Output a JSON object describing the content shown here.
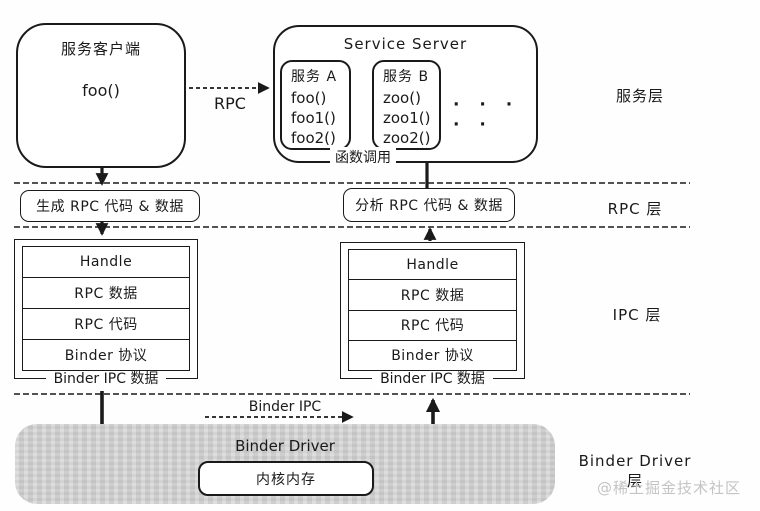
{
  "diagram": {
    "client": {
      "title": "服务客户端",
      "method": "foo()"
    },
    "server": {
      "title": "Service Server",
      "service_a": {
        "title": "服务 A",
        "methods": [
          "foo()",
          "foo1()",
          "foo2()"
        ]
      },
      "service_b": {
        "title": "服务 B",
        "methods": [
          "zoo()",
          "zoo1()",
          "zoo2()"
        ]
      },
      "dots": "· · · · ·"
    },
    "arrows": {
      "rpc_label": "RPC",
      "function_call_label": "函数调用",
      "binder_ipc_label": "Binder IPC"
    },
    "rpc_layer": {
      "generate_box": "生成 RPC 代码 & 数据",
      "parse_box": "分析 RPC 代码 & 数据"
    },
    "ipc_stack": {
      "rows": [
        "Handle",
        "RPC 数据",
        "RPC 代码",
        "Binder 协议"
      ],
      "caption": "Binder IPC 数据"
    },
    "driver": {
      "title": "Binder Driver",
      "kernel_memory": "内核内存"
    },
    "layer_labels": {
      "service": "服务层",
      "rpc": "RPC 层",
      "ipc": "IPC 层",
      "driver": "Binder Driver 层"
    },
    "watermark": "@稀土掘金技术社区",
    "colors": {
      "line": "#1a1a1a",
      "driver_bg": "#d6d6d6",
      "watermark": "#c4c4c4",
      "background": "#fefefe"
    }
  }
}
